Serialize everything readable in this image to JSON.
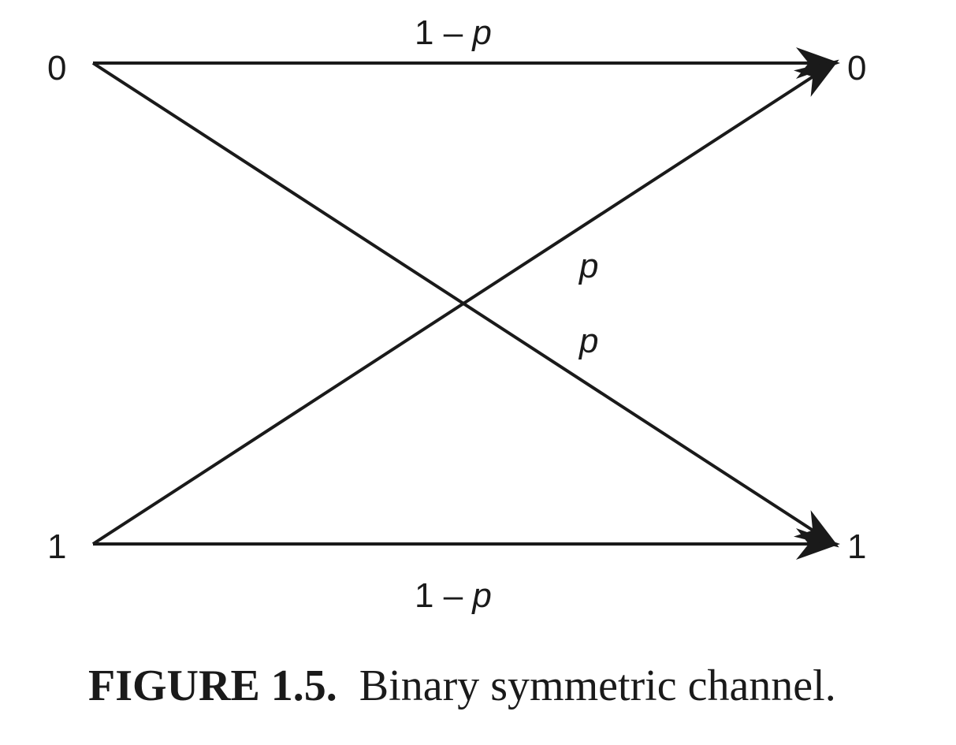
{
  "diagram": {
    "inputs": [
      "0",
      "1"
    ],
    "outputs": [
      "0",
      "1"
    ],
    "edges": {
      "top": {
        "prefix": "1 – ",
        "variable": "p"
      },
      "bottom": {
        "prefix": "1 – ",
        "variable": "p"
      },
      "cross_upper": {
        "variable": "p"
      },
      "cross_lower": {
        "variable": "p"
      }
    }
  },
  "caption": {
    "label": "FIGURE 1.5.",
    "text": "Binary symmetric channel."
  },
  "colors": {
    "ink": "#1a1a1a",
    "background": "#ffffff"
  }
}
